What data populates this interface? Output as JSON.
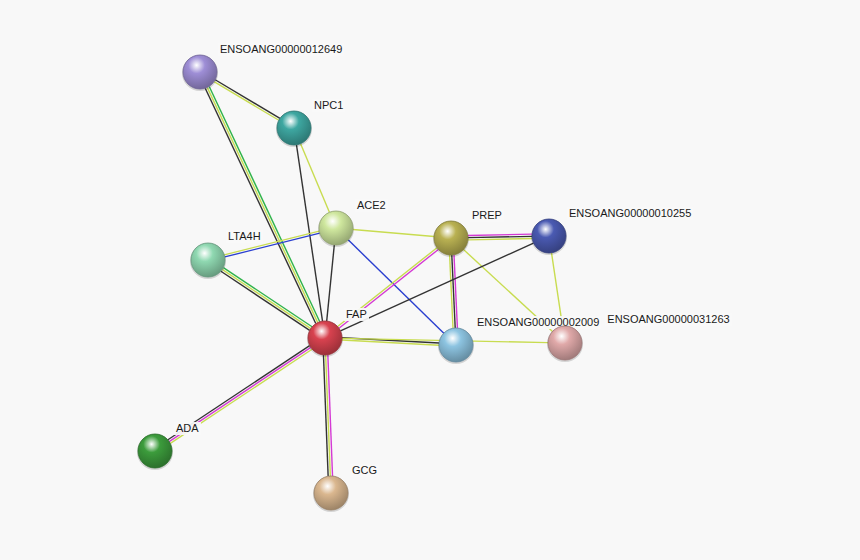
{
  "diagram": {
    "nodes": [
      {
        "text": [
          "ENSOANG00000012649"
        ]
      },
      {
        "text": [
          "NPC1"
        ]
      },
      {
        "text": [
          "ACE2"
        ]
      },
      {
        "text": [
          "LTA4H"
        ]
      },
      {
        "text": [
          "PREP"
        ]
      },
      {
        "text": [
          "ENSOANG00000010255"
        ]
      },
      {
        "text": [
          "FAP"
        ]
      },
      {
        "text": [
          "ENSOANG00000002009"
        ]
      },
      {
        "text": [
          "ENSOANG00000031263"
        ]
      },
      {
        "text": [
          "ADA"
        ]
      },
      {
        "text": [
          "GCG"
        ]
      }
    ],
    "edges": [
      {
        "from": 0,
        "to": 1,
        "arrow": "none"
      },
      {
        "from": 0,
        "to": 6,
        "arrow": "none"
      },
      {
        "from": 1,
        "to": 2,
        "arrow": "none"
      },
      {
        "from": 1,
        "to": 6,
        "arrow": "none"
      },
      {
        "from": 2,
        "to": 6,
        "arrow": "none"
      },
      {
        "from": 2,
        "to": 3,
        "arrow": "none"
      },
      {
        "from": 2,
        "to": 4,
        "arrow": "none"
      },
      {
        "from": 2,
        "to": 7,
        "arrow": "none"
      },
      {
        "from": 3,
        "to": 6,
        "arrow": "none"
      },
      {
        "from": 4,
        "to": 5,
        "arrow": "none"
      },
      {
        "from": 4,
        "to": 6,
        "arrow": "none"
      },
      {
        "from": 4,
        "to": 7,
        "arrow": "none"
      },
      {
        "from": 4,
        "to": 8,
        "arrow": "none"
      },
      {
        "from": 5,
        "to": 6,
        "arrow": "none"
      },
      {
        "from": 5,
        "to": 8,
        "arrow": "none"
      },
      {
        "from": 6,
        "to": 7,
        "arrow": "none"
      },
      {
        "from": 6,
        "to": 8,
        "arrow": "none"
      },
      {
        "from": 6,
        "to": 9,
        "arrow": "none"
      },
      {
        "from": 6,
        "to": 10,
        "arrow": "none"
      }
    ]
  }
}
